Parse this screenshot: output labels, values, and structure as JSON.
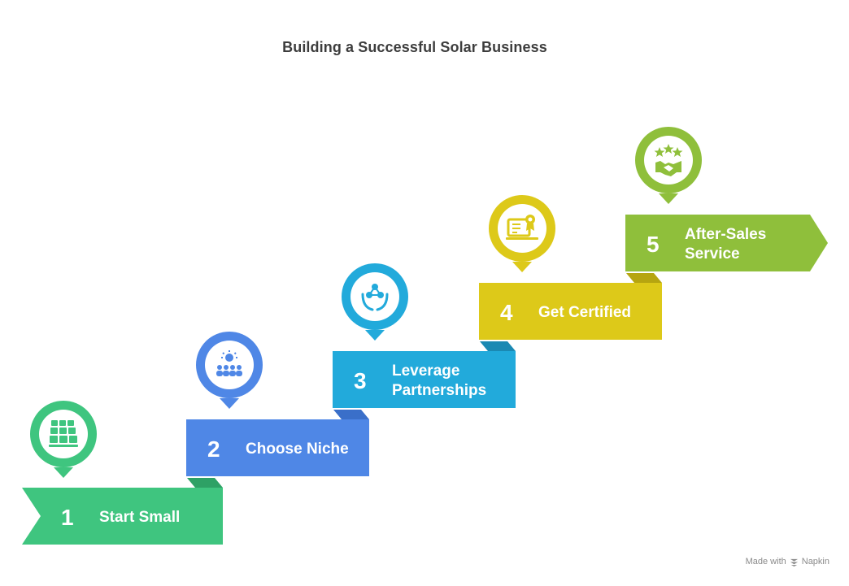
{
  "title": "Building a Successful Solar Business",
  "steps": [
    {
      "number": "1",
      "lines": [
        "Start Small"
      ],
      "color": "#3fc57f",
      "icon": "solar-panel-icon"
    },
    {
      "number": "2",
      "lines": [
        "Choose Niche"
      ],
      "color": "#4f87e6",
      "icon": "sun-audience-icon"
    },
    {
      "number": "3",
      "lines": [
        "Leverage",
        "Partnerships"
      ],
      "color": "#22aadb",
      "icon": "hands-network-icon"
    },
    {
      "number": "4",
      "lines": [
        "Get Certified"
      ],
      "color": "#ddc919",
      "icon": "certificate-icon"
    },
    {
      "number": "5",
      "lines": [
        "After-Sales",
        "Service"
      ],
      "color": "#8fbf3b",
      "icon": "handshake-stars-icon"
    }
  ],
  "footer": {
    "made_with": "Made with",
    "brand": "Napkin"
  }
}
